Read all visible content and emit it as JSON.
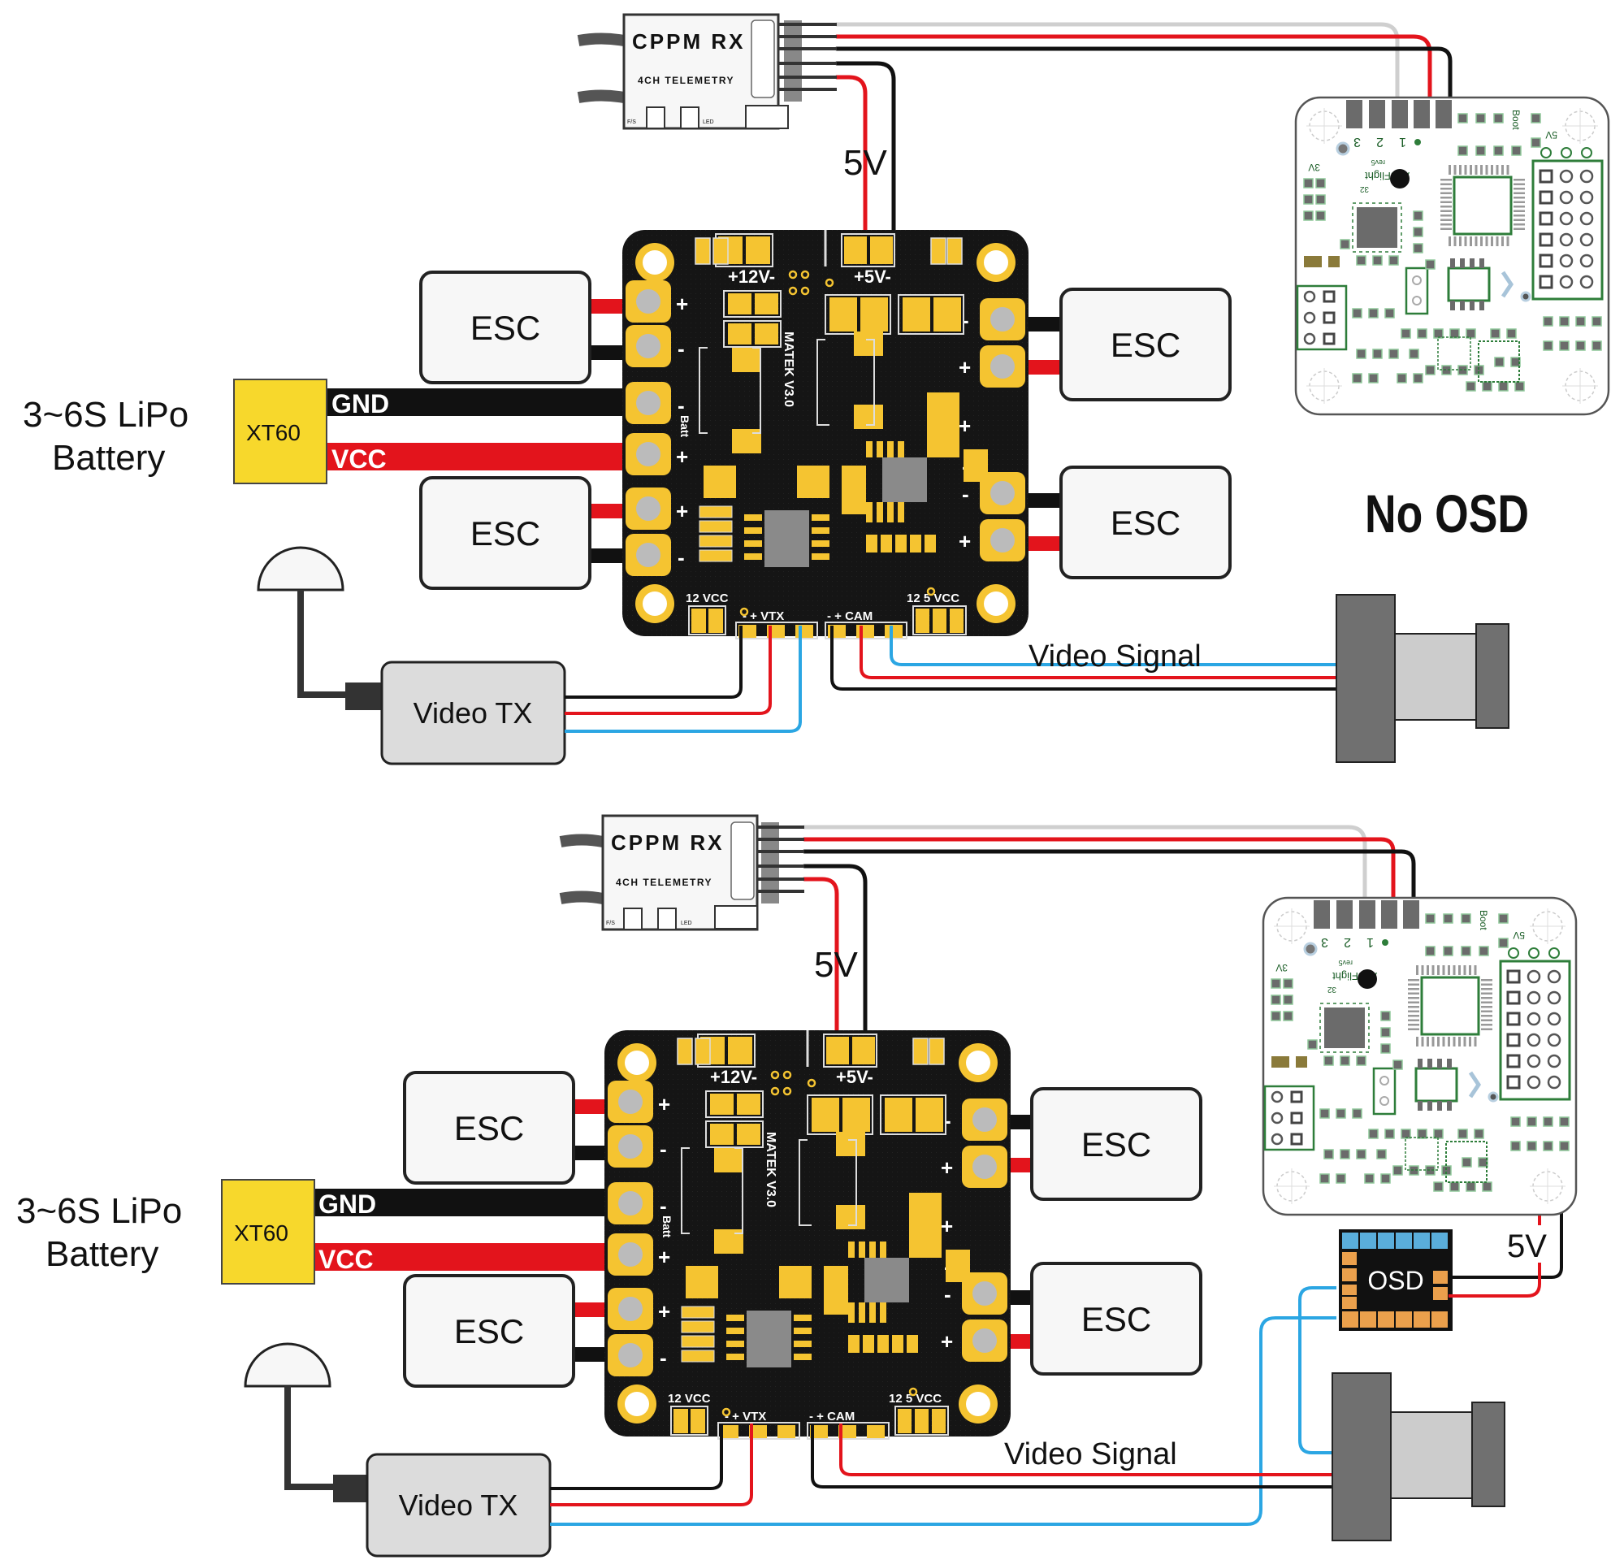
{
  "diagrams": [
    {
      "id": "no-osd",
      "title": "No OSD",
      "battery_label_line1": "3~6S LiPo",
      "battery_label_line2": "Battery",
      "connector": "XT60",
      "gnd_label": "GND",
      "vcc_label": "VCC",
      "esc_labels": [
        "ESC",
        "ESC",
        "ESC",
        "ESC"
      ],
      "rx_title": "CPPM RX",
      "rx_subtitle": "4CH TELEMETRY",
      "rx_pin_labels": [
        "F/S",
        "LED"
      ],
      "rx_power_label": "5V",
      "vtx_label": "Video TX",
      "video_signal_label": "Video Signal",
      "fc_pin_labels": [
        "3",
        "2",
        "1"
      ],
      "fc_boot_label": "Boot",
      "fc_5v_label": "5V",
      "fc_3v_label": "3V",
      "fc_name": "AirbFlight",
      "fc_rev": "rev5",
      "fc_32": "32"
    },
    {
      "id": "with-osd",
      "battery_label_line1": "3~6S LiPo",
      "battery_label_line2": "Battery",
      "connector": "XT60",
      "gnd_label": "GND",
      "vcc_label": "VCC",
      "esc_labels": [
        "ESC",
        "ESC",
        "ESC",
        "ESC"
      ],
      "rx_title": "CPPM RX",
      "rx_subtitle": "4CH TELEMETRY",
      "rx_pin_labels": [
        "F/S",
        "LED"
      ],
      "rx_power_label": "5V",
      "vtx_label": "Video TX",
      "video_signal_label": "Video Signal",
      "osd_label": "OSD",
      "osd_power_label": "5V",
      "fc_pin_labels": [
        "3",
        "2",
        "1"
      ],
      "fc_boot_label": "Boot",
      "fc_5v_label": "5V",
      "fc_3v_label": "3V",
      "fc_name": "AirbFlight",
      "fc_rev": "rev5",
      "fc_32": "32"
    }
  ],
  "pdb": {
    "model": "MATEK V3.0",
    "labels": {
      "v12": "+12V-",
      "v5": "+5V-",
      "batt": "Batt",
      "vcc12": "12 VCC",
      "vtx": "- + VTX",
      "cam": "- + CAM",
      "vcc125": "12 5 VCC",
      "plus": "+",
      "minus": "-"
    }
  },
  "colors": {
    "pcb": "#111111",
    "pad": "#f5c431",
    "red_wire": "#e3141c",
    "black_wire": "#111111",
    "blue_wire": "#2ba6e3",
    "grey_wire": "#cfcfcf",
    "xt60": "#f7d82c",
    "esc_fill": "#f7f7f7",
    "vtx_fill": "#dcdcdc",
    "camera_dark": "#707070",
    "camera_light": "#cccccc",
    "osd_top_pads": "#5aaedb",
    "osd_pads": "#eba04c",
    "fc_green": "#2e7d3a"
  }
}
